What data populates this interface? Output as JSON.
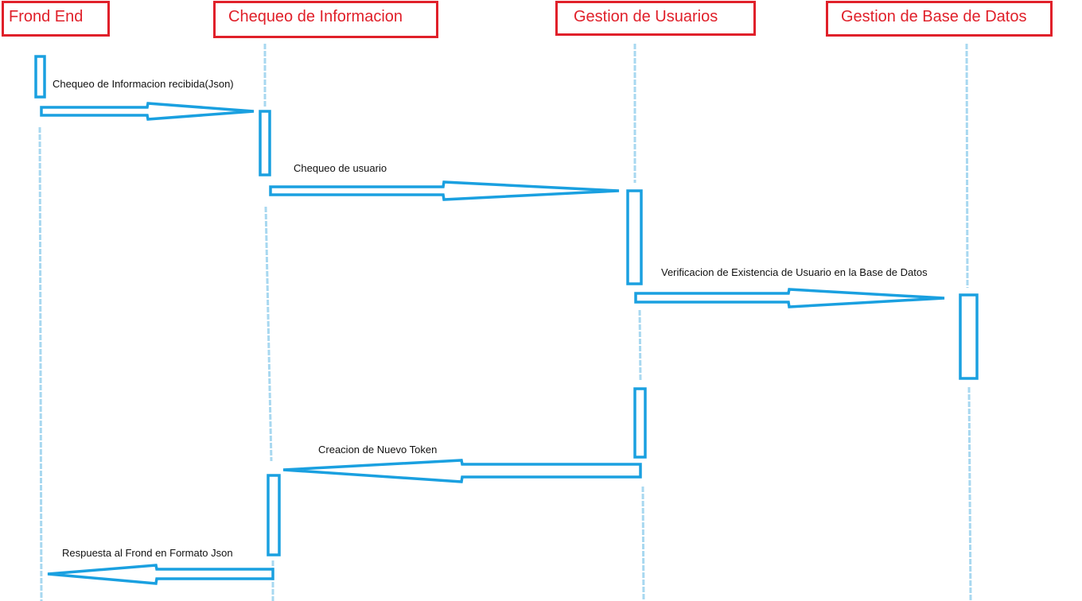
{
  "actors": [
    {
      "key": "frontend",
      "label": "Frond End"
    },
    {
      "key": "checker",
      "label": "Chequeo de Informacion"
    },
    {
      "key": "users",
      "label": "Gestion de Usuarios"
    },
    {
      "key": "db",
      "label": "Gestion de Base de Datos"
    }
  ],
  "messages": [
    {
      "key": "m1",
      "label": "Chequeo de Informacion recibida(Json)"
    },
    {
      "key": "m2",
      "label": "Chequeo de usuario"
    },
    {
      "key": "m3",
      "label": "Verificacion de Existencia de Usuario en la Base de Datos"
    },
    {
      "key": "m4",
      "label": "Creacion de Nuevo Token"
    },
    {
      "key": "m5",
      "label": "Respuesta al Frond en Formato Json"
    }
  ],
  "colors": {
    "actor_border": "#e0202a",
    "actor_text": "#e0202a",
    "arrow": "#1aa0e0",
    "lifeline": "#a8d8f0"
  }
}
